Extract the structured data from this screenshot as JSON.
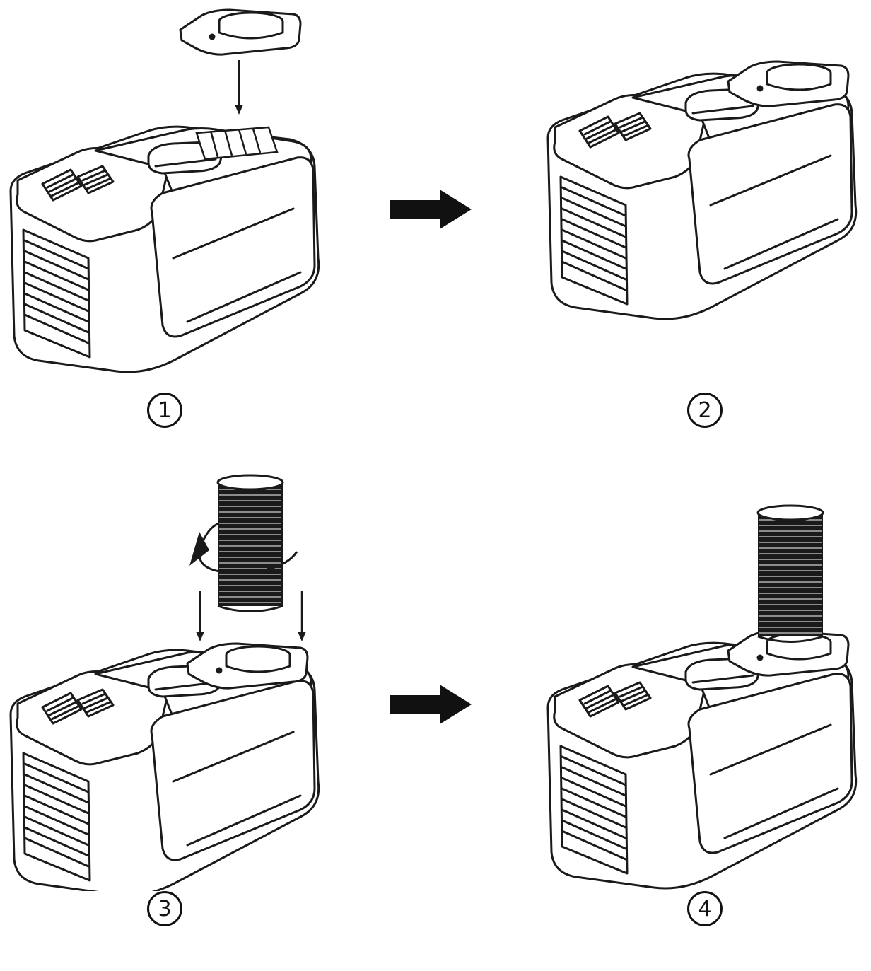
{
  "steps": [
    {
      "number": "1"
    },
    {
      "number": "2"
    },
    {
      "number": "3"
    },
    {
      "number": "4"
    }
  ],
  "colors": {
    "line": "#1a1a1a",
    "fill": "#ffffff",
    "hose": "#222222"
  },
  "icons": {
    "unit": "portable-air-conditioner-icon",
    "adapter": "exhaust-adapter-icon",
    "hose": "exhaust-hose-icon",
    "next": "arrow-right-icon"
  }
}
